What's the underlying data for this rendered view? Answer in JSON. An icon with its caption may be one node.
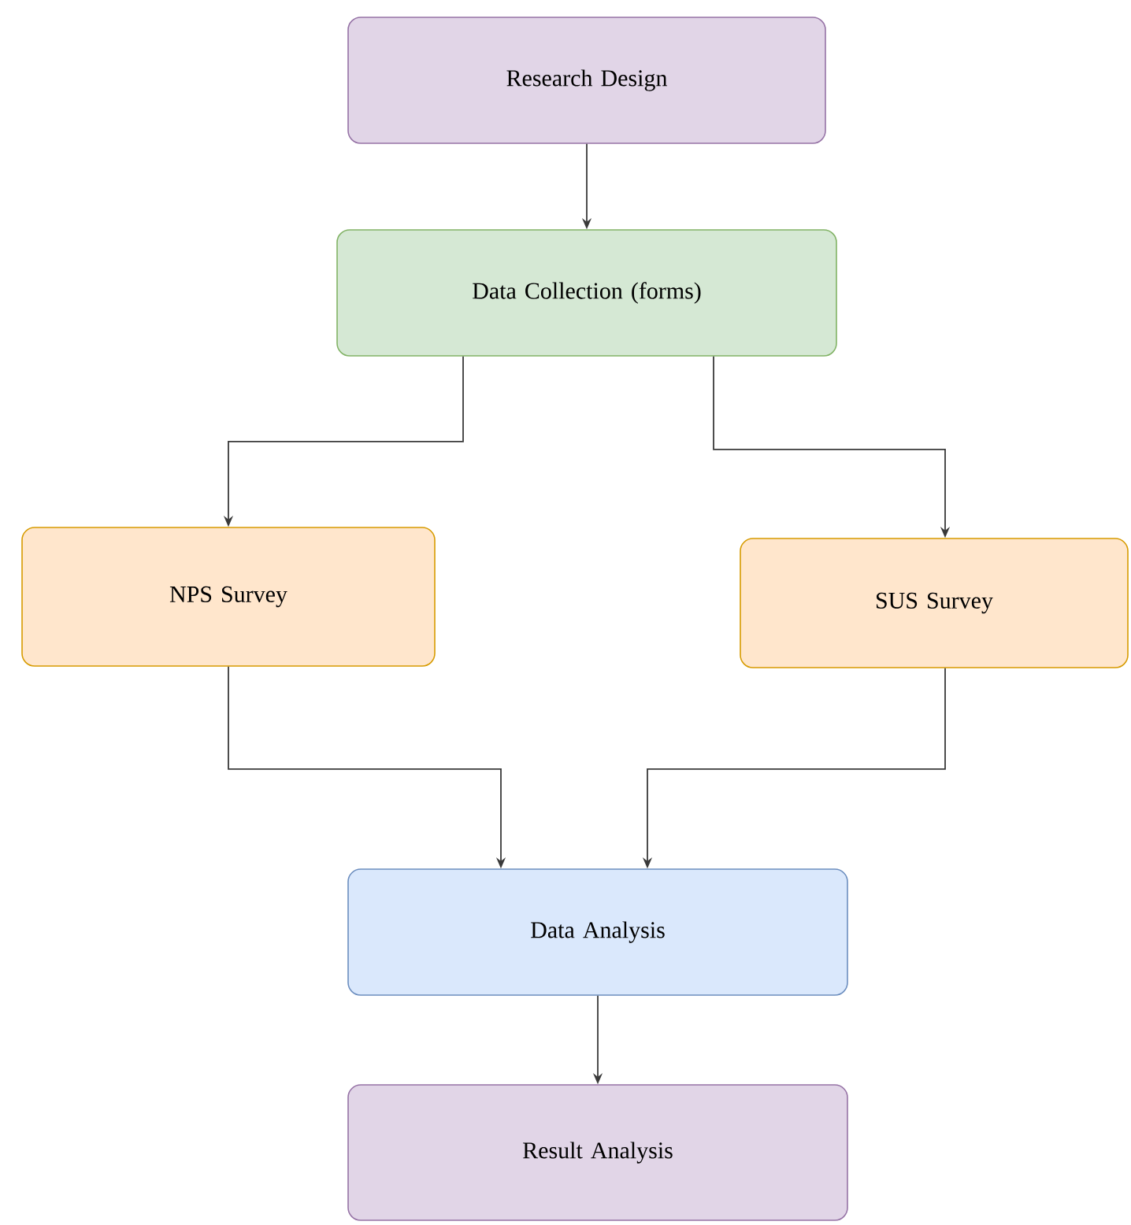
{
  "diagram": {
    "nodes": [
      {
        "text": [
          "Research Design"
        ]
      },
      {
        "text": [
          "Data Collection (forms)"
        ]
      },
      {
        "text": [
          "NPS Survey"
        ]
      },
      {
        "text": [
          "SUS  Survey"
        ]
      },
      {
        "text": [
          "Data Analysis"
        ]
      },
      {
        "text": [
          "Result Analysis"
        ]
      }
    ],
    "edges": [
      {
        "from": 0,
        "to": 1,
        "arrow": "to"
      },
      {
        "from": 1,
        "to": 2,
        "arrow": "to"
      },
      {
        "from": 1,
        "to": 3,
        "arrow": "to"
      },
      {
        "from": 2,
        "to": 4,
        "arrow": "to"
      },
      {
        "from": 3,
        "to": 4,
        "arrow": "to"
      },
      {
        "from": 4,
        "to": 5,
        "arrow": "to"
      }
    ]
  }
}
